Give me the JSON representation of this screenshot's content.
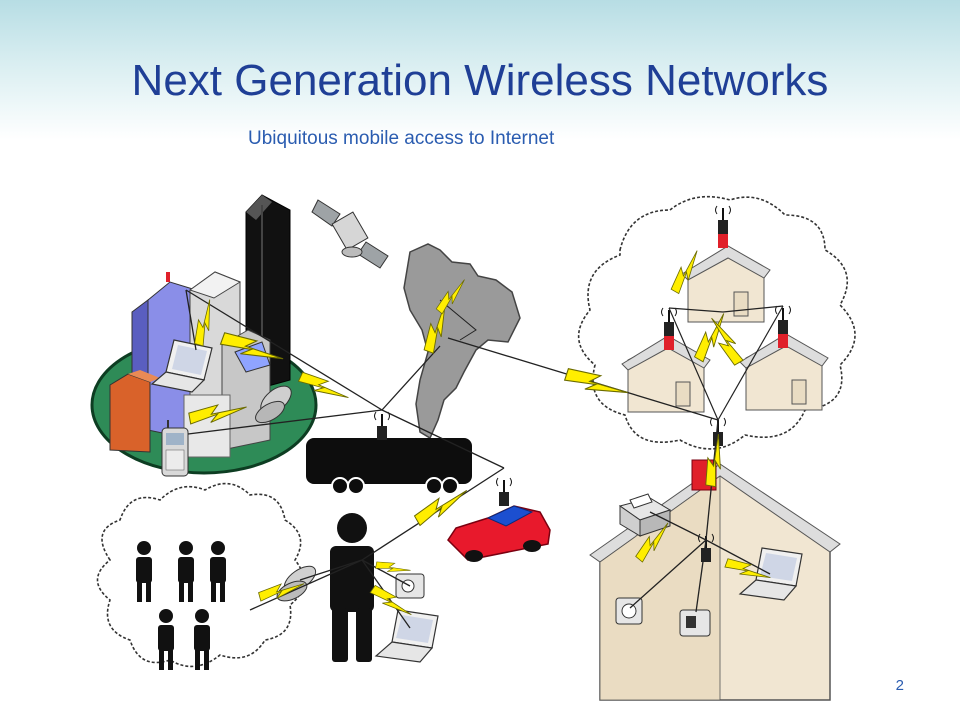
{
  "slide": {
    "title": "Next Generation Wireless Networks",
    "subtitle": "Ubiquitous mobile access to Internet",
    "page_number": "2"
  },
  "colors": {
    "title": "#1f3f96",
    "subtitle": "#2a5cb0",
    "lightning": "#ffee00",
    "city_ground": "#2e8b57",
    "antenna_red": "#e0202a",
    "car_red": "#e8192c",
    "car_blue": "#1c4fd0",
    "house_wall": "#f1e6d2",
    "house_roof": "#dddddd"
  },
  "icons": [
    "satellite-icon",
    "skyscraper-icon",
    "building-icon",
    "laptop-icon",
    "cellphone-icon",
    "bus-icon",
    "car-icon",
    "person-icon",
    "camera-icon",
    "printer-icon",
    "house-icon",
    "antenna-icon",
    "lightning-bolt-icon",
    "cloud-icon",
    "map-icon"
  ]
}
